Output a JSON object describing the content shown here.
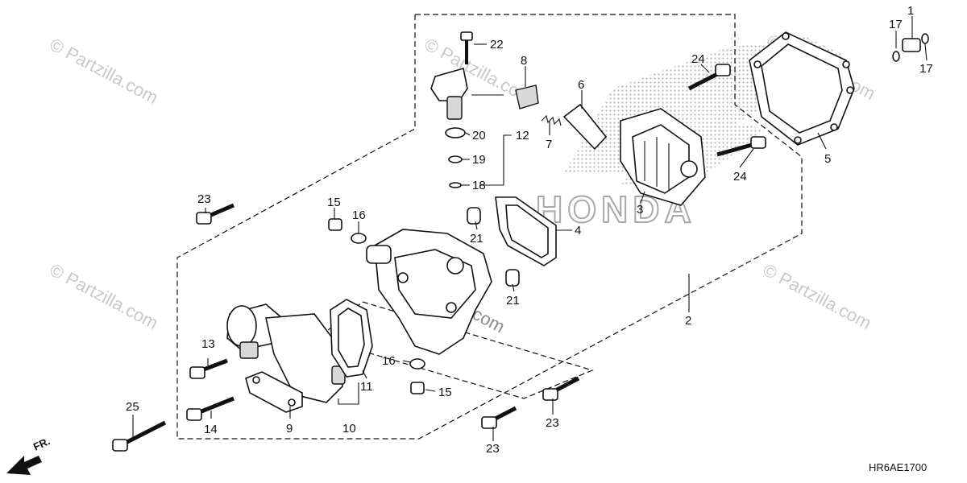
{
  "diagram": {
    "code": "HR6AE1700",
    "brand": "HONDA",
    "front_label": "FR.",
    "watermarks": [
      "© Partzilla.com",
      "© Partzilla.com",
      "© Partzilla.com",
      "© Partzilla.com",
      "© Partzilla.com",
      "Partzilla.com"
    ],
    "callouts": [
      "1",
      "2",
      "3",
      "4",
      "5",
      "6",
      "7",
      "8",
      "9",
      "10",
      "11",
      "12",
      "13",
      "14",
      "15",
      "15",
      "16",
      "16",
      "17",
      "17",
      "18",
      "19",
      "20",
      "21",
      "21",
      "22",
      "23",
      "23",
      "23",
      "24",
      "24",
      "25"
    ]
  }
}
